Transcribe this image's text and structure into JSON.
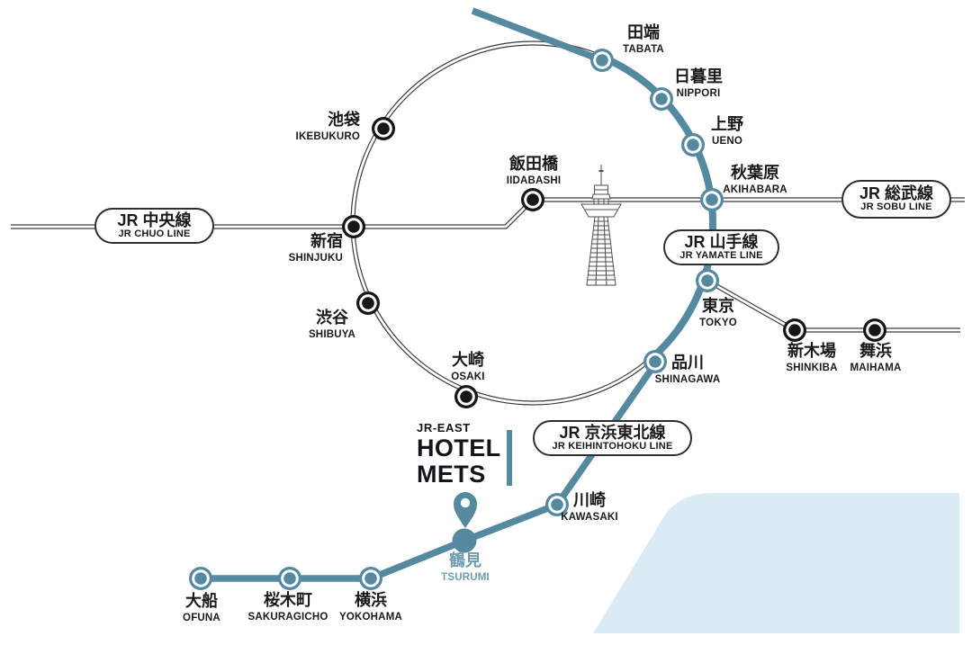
{
  "colors": {
    "line_teal": "#5589A0",
    "line_dark": "#3c3c3c",
    "station_black": "#161616",
    "bay_fill": "#dbebf6",
    "tsurumi_label_teal": "#6f9cb0",
    "label_text": "#1a1a1a"
  },
  "logo": {
    "brand": "JR-EAST",
    "hotel": "HOTEL",
    "mets": "METS"
  },
  "line_pills": [
    {
      "id": "chuo",
      "jp": "JR 中央線",
      "en": "JR CHUO LINE"
    },
    {
      "id": "sobu",
      "jp": "JR 総武線",
      "en": "JR SOBU LINE"
    },
    {
      "id": "yamate",
      "jp": "JR 山手線",
      "en": "JR YAMATE LINE"
    },
    {
      "id": "keihintohoku",
      "jp": "JR 京浜東北線",
      "en": "JR KEIHINTOHOKU LINE"
    }
  ],
  "stations": [
    {
      "id": "tabata",
      "jp": "田端",
      "en": "TABATA"
    },
    {
      "id": "nippori",
      "jp": "日暮里",
      "en": "NIPPORI"
    },
    {
      "id": "ueno",
      "jp": "上野",
      "en": "UENO"
    },
    {
      "id": "akihabara",
      "jp": "秋葉原",
      "en": "AKIHABARA"
    },
    {
      "id": "tokyo",
      "jp": "東京",
      "en": "TOKYO"
    },
    {
      "id": "shinagawa",
      "jp": "品川",
      "en": "SHINAGAWA"
    },
    {
      "id": "kawasaki",
      "jp": "川崎",
      "en": "KAWASAKI"
    },
    {
      "id": "tsurumi",
      "jp": "鶴見",
      "en": "TSURUMI"
    },
    {
      "id": "yokohama",
      "jp": "横浜",
      "en": "YOKOHAMA"
    },
    {
      "id": "sakuragicho",
      "jp": "桜木町",
      "en": "SAKURAGICHO"
    },
    {
      "id": "ofuna",
      "jp": "大船",
      "en": "OFUNA"
    },
    {
      "id": "ikebukuro",
      "jp": "池袋",
      "en": "IKEBUKURO"
    },
    {
      "id": "shinjuku",
      "jp": "新宿",
      "en": "SHINJUKU"
    },
    {
      "id": "shibuya",
      "jp": "渋谷",
      "en": "SHIBUYA"
    },
    {
      "id": "osaki",
      "jp": "大崎",
      "en": "OSAKI"
    },
    {
      "id": "iidabashi",
      "jp": "飯田橋",
      "en": "IIDABASHI"
    },
    {
      "id": "shinkiba",
      "jp": "新木場",
      "en": "SHINKIBA"
    },
    {
      "id": "maihama",
      "jp": "舞浜",
      "en": "MAIHAMA"
    }
  ]
}
